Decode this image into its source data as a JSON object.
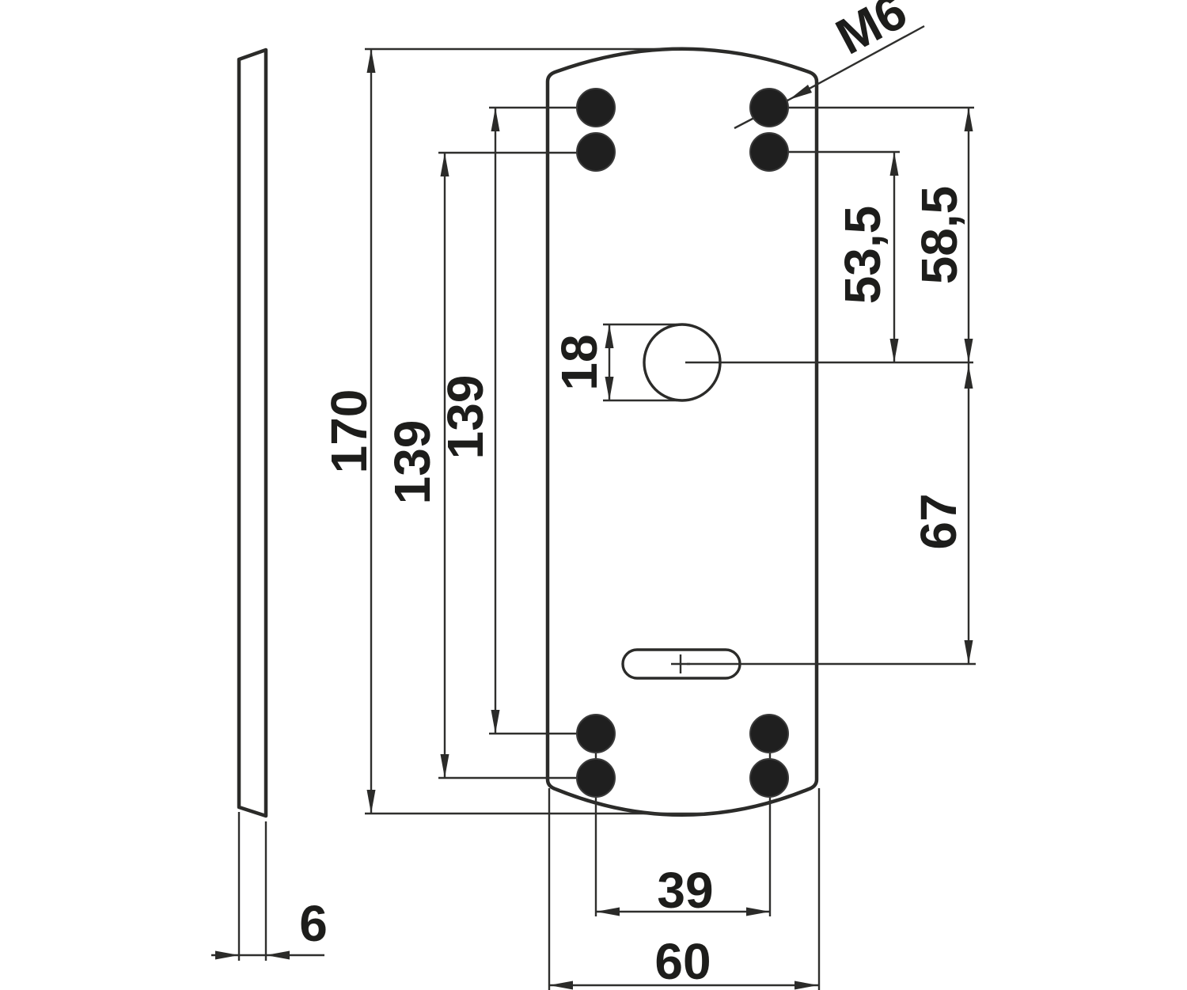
{
  "drawing": {
    "background_color": "#ffffff",
    "line_color": "#2b2b29",
    "text_color": "#1d1d1b",
    "labels": {
      "overall_height": "170",
      "hole_pitch_outer": "139",
      "hole_pitch_inner": "139",
      "spindle_hole_diameter": "18",
      "offset_lower_hole_to_center": "53,5",
      "offset_upper_hole_to_center": "58,5",
      "center_to_slot": "67",
      "hole_span_horizontal": "39",
      "plate_width": "60",
      "plate_thickness": "6",
      "thread_callout": "M6"
    }
  }
}
